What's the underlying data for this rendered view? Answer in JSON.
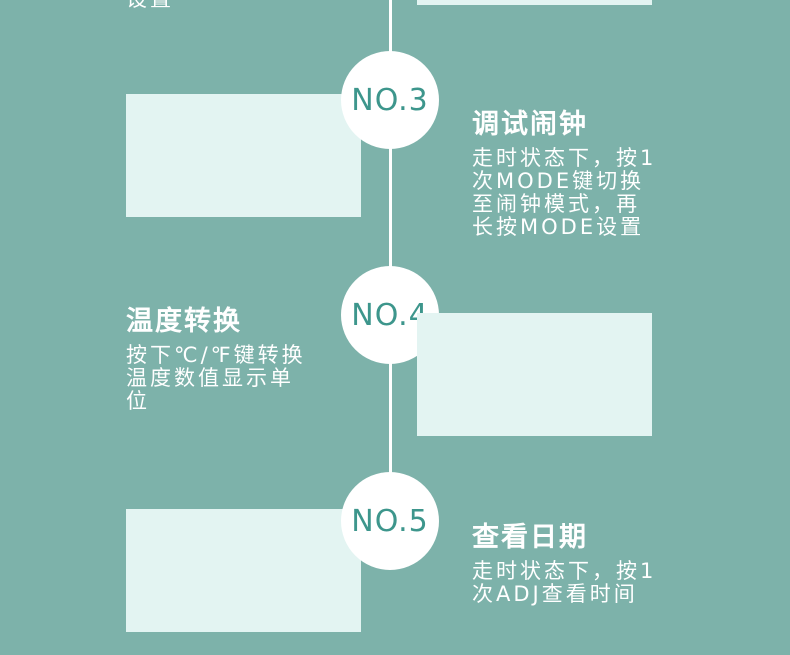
{
  "top_partial_text": "设置",
  "steps": [
    {
      "number": "NO.3",
      "title": "调试闹钟",
      "description": "走时状态下，按1\n次MODE键切换\n至闹钟模式，再\n长按MODE设置"
    },
    {
      "number": "NO.4",
      "title": "温度转换",
      "description": "按下℃/℉键转换\n温度数值显示单\n位"
    },
    {
      "number": "NO.5",
      "title": "查看日期",
      "description": "走时状态下，按1\n次ADJ查看时间"
    }
  ]
}
